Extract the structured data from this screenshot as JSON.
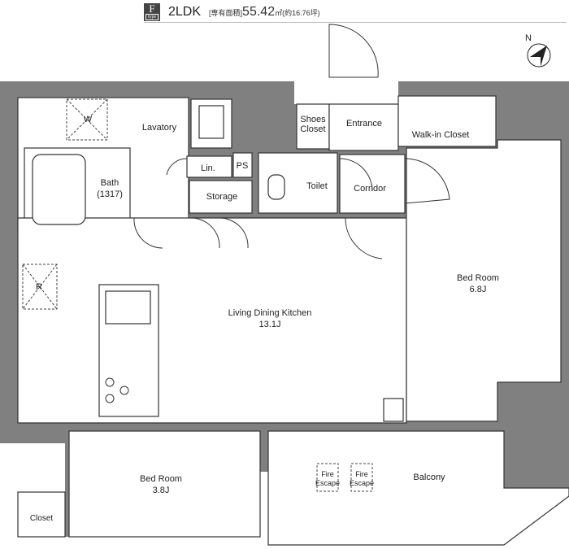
{
  "header": {
    "type_letter": "F",
    "type_word": "type",
    "layout": "2LDK",
    "area_label": "[専有面積]",
    "area_value": "55.42",
    "area_unit": "㎡(約16.76坪)"
  },
  "compass": "N",
  "rooms": {
    "wash": "W",
    "lavatory": "Lavatory",
    "bath": "Bath",
    "bath_size": "(1317)",
    "linen": "Lin.",
    "ps": "PS",
    "storage": "Storage",
    "shoes_closet_1": "Shoes",
    "shoes_closet_2": "Closet",
    "entrance": "Entrance",
    "walkin": "Walk-in Closet",
    "toilet": "Toilet",
    "corridor": "Corridor",
    "ldk": "Living Dining Kitchen",
    "ldk_size": "13.1J",
    "refrigerator": "R",
    "bed1": "Bed Room",
    "bed1_size": "6.8J",
    "bed2": "Bed Room",
    "bed2_size": "3.8J",
    "balcony": "Balcony",
    "fire1_a": "Fire",
    "fire1_b": "Escape",
    "fire2_a": "Fire",
    "fire2_b": "Escape",
    "closet": "Closet"
  },
  "colors": {
    "wall": "#808080",
    "line": "#333333"
  }
}
